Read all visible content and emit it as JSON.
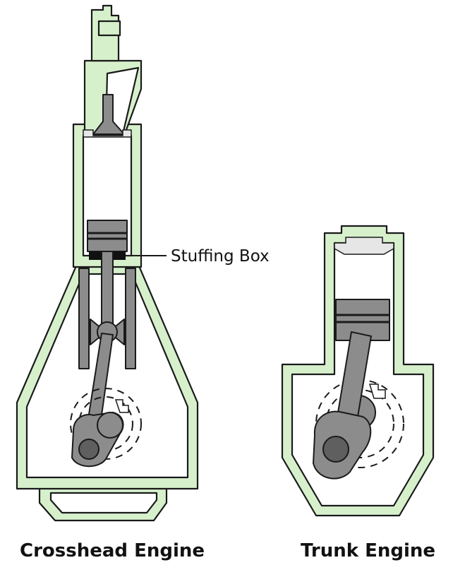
{
  "colors": {
    "housing_fill": "#d7f0cc",
    "housing_stroke": "#1a1a1a",
    "metal_fill": "#8c8c8c",
    "metal_dark": "#5f5f5f",
    "cap_fill": "#e6e6e6",
    "gland_fill": "#111111",
    "background": "#ffffff"
  },
  "labels": {
    "crosshead_title": "Crosshead Engine",
    "trunk_title": "Trunk Engine",
    "stuffing_box": "Stuffing Box"
  }
}
